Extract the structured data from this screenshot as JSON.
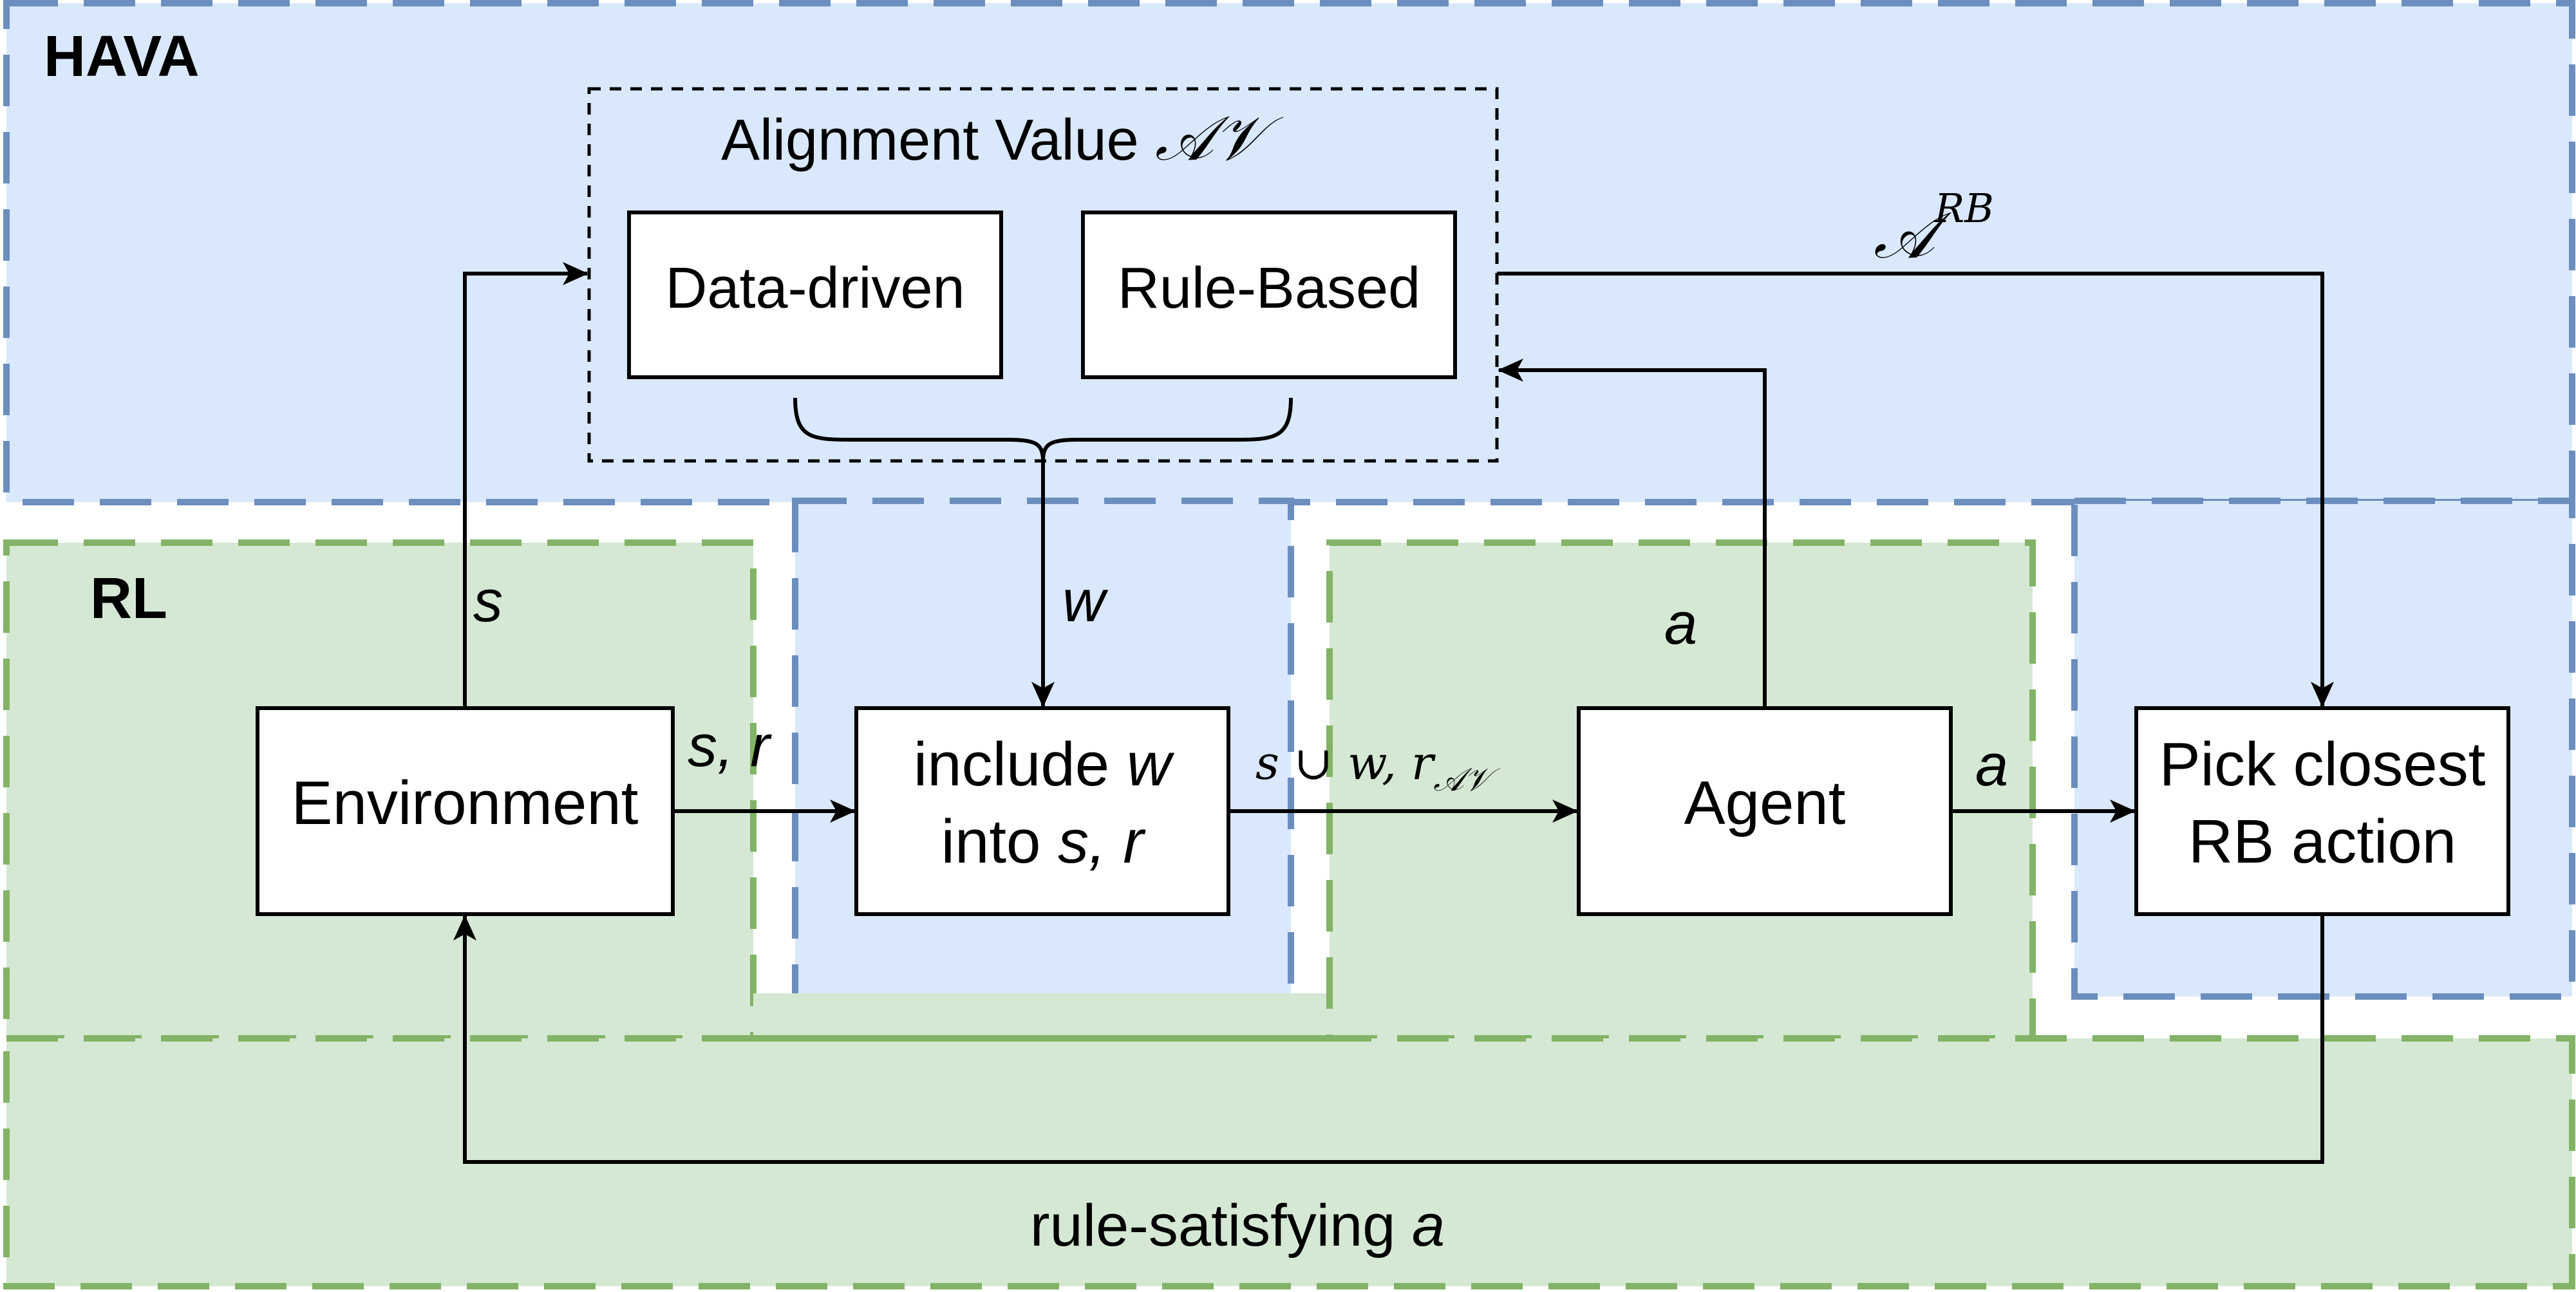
{
  "colors": {
    "hava_fill": "#dae8fc",
    "hava_border": "#6c8ebf",
    "rl_fill": "#d5e8d4",
    "rl_border": "#82b366",
    "box_fill": "#ffffff",
    "line": "#000000"
  },
  "regions": {
    "hava_label": "HAVA",
    "rl_label": "RL"
  },
  "alignment_value": {
    "title": "Alignment Value",
    "symbol": "𝒜𝒱",
    "data_driven": "Data-driven",
    "rule_based": "Rule-Based"
  },
  "nodes": {
    "environment": "Environment",
    "include_line1_pre": "include ",
    "include_line1_var": "w",
    "include_line2_pre": "into ",
    "include_line2_vars": "s, r",
    "agent": "Agent",
    "pick_line1": "Pick closest",
    "pick_line2": "RB action"
  },
  "edges": {
    "s_up": "s",
    "s_r": "s, r",
    "w_down": "w",
    "s_union_w": "s ∪ w, r",
    "r_sub": "𝒜𝒱",
    "a_up": "a",
    "a_right": "a",
    "arb": "𝒜",
    "arb_sup": "RB",
    "rule_sat_pre": "rule-satisfying ",
    "rule_sat_var": "a"
  }
}
